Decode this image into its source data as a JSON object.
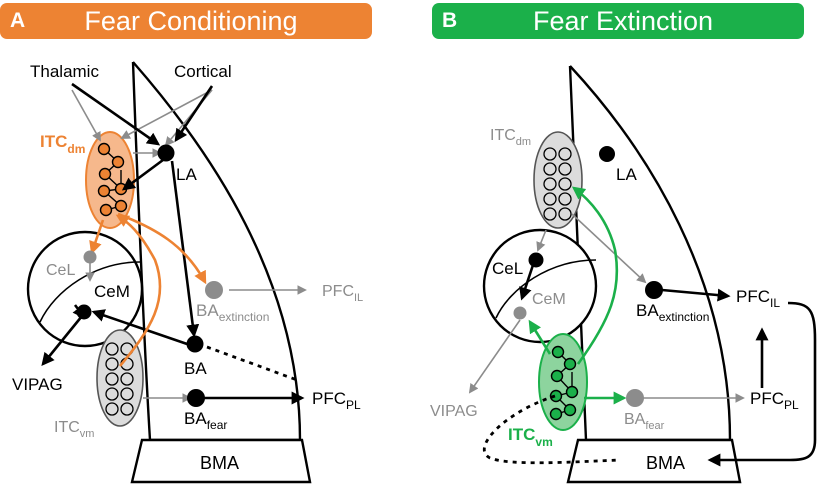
{
  "colors": {
    "orange": "#ED8333",
    "green": "#1BB04A",
    "grey": "#8C8C8C"
  },
  "panel_a": {
    "letter": "A",
    "title": "Fear Conditioning",
    "labels": {
      "thalamic": "Thalamic",
      "cortical": "Cortical",
      "itc_dm": "ITC",
      "itc_dm_sub": "dm",
      "la": "LA",
      "cel": "CeL",
      "cem": "CeM",
      "ba_ext": "BA",
      "ba_ext_sub": "extinction",
      "pfc_il": "PFC",
      "pfc_il_sub": "IL",
      "ba": "BA",
      "vipag": "VIPAG",
      "itc_vm": "ITC",
      "itc_vm_sub": "vm",
      "ba_fear": "BA",
      "ba_fear_sub": "fear",
      "pfc_pl": "PFC",
      "pfc_pl_sub": "PL",
      "bma": "BMA"
    }
  },
  "panel_b": {
    "letter": "B",
    "title": "Fear Extinction",
    "labels": {
      "itc_dm": "ITC",
      "itc_dm_sub": "dm",
      "la": "LA",
      "cel": "CeL",
      "cem": "CeM",
      "ba_ext": "BA",
      "ba_ext_sub": "extinction",
      "pfc_il": "PFC",
      "pfc_il_sub": "IL",
      "vipag": "VIPAG",
      "itc_vm": "ITC",
      "itc_vm_sub": "vm",
      "ba_fear": "BA",
      "ba_fear_sub": "fear",
      "pfc_pl": "PFC",
      "pfc_pl_sub": "PL",
      "bma": "BMA"
    }
  }
}
